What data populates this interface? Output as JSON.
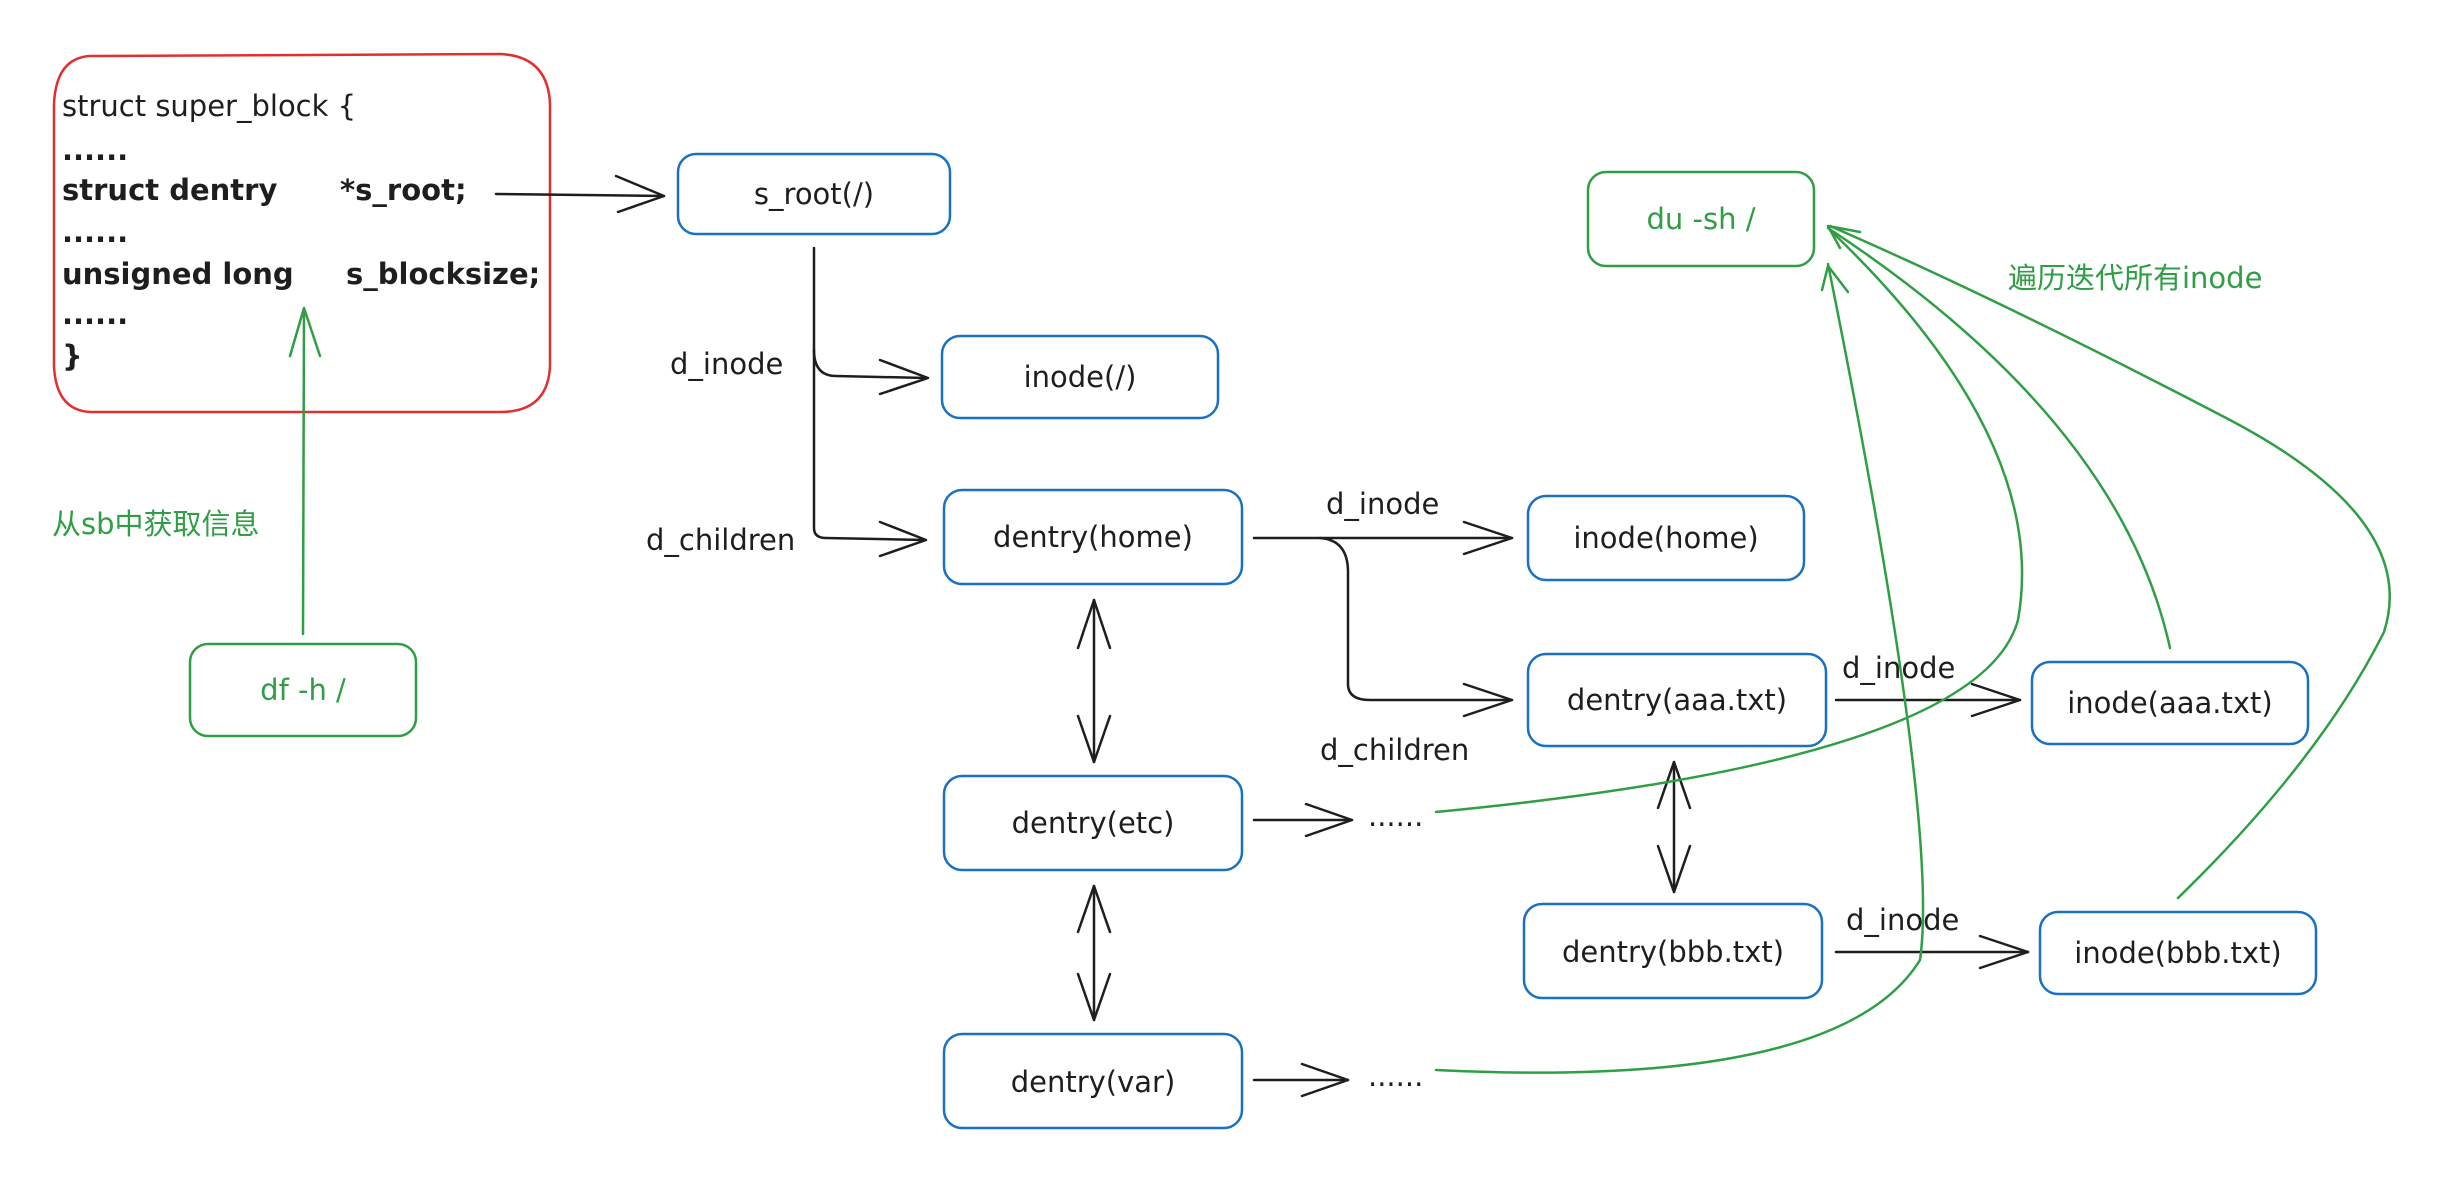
{
  "colors": {
    "ink": "#1e1e1e",
    "blue_box": "#1971c2",
    "green": "#2f9e44",
    "red_box": "#e03131"
  },
  "super_block": {
    "line1": "struct super_block {",
    "line2": "......",
    "line3a": "struct dentry",
    "line3b": "*s_root;",
    "line4": "......",
    "line5a": "unsigned long",
    "line5b": "s_blocksize;",
    "line6": "......",
    "line7": "}"
  },
  "nodes": {
    "s_root": "s_root(/)",
    "inode_root": "inode(/)",
    "dentry_home": "dentry(home)",
    "inode_home": "inode(home)",
    "dentry_aaa": "dentry(aaa.txt)",
    "inode_aaa": "inode(aaa.txt)",
    "dentry_bbb": "dentry(bbb.txt)",
    "inode_bbb": "inode(bbb.txt)",
    "dentry_etc": "dentry(etc)",
    "dentry_var": "dentry(var)",
    "ellipsis_etc": "......",
    "ellipsis_var": "......"
  },
  "commands": {
    "df": "df -h /",
    "du": "du -sh /"
  },
  "annotations": {
    "from_sb": "从sb中获取信息",
    "iterate_inodes": "遍历迭代所有inode"
  },
  "edge_labels": {
    "root_d_inode": "d_inode",
    "root_d_children": "d_children",
    "home_d_inode": "d_inode",
    "home_d_children": "d_children",
    "aaa_d_inode": "d_inode",
    "bbb_d_inode": "d_inode"
  }
}
